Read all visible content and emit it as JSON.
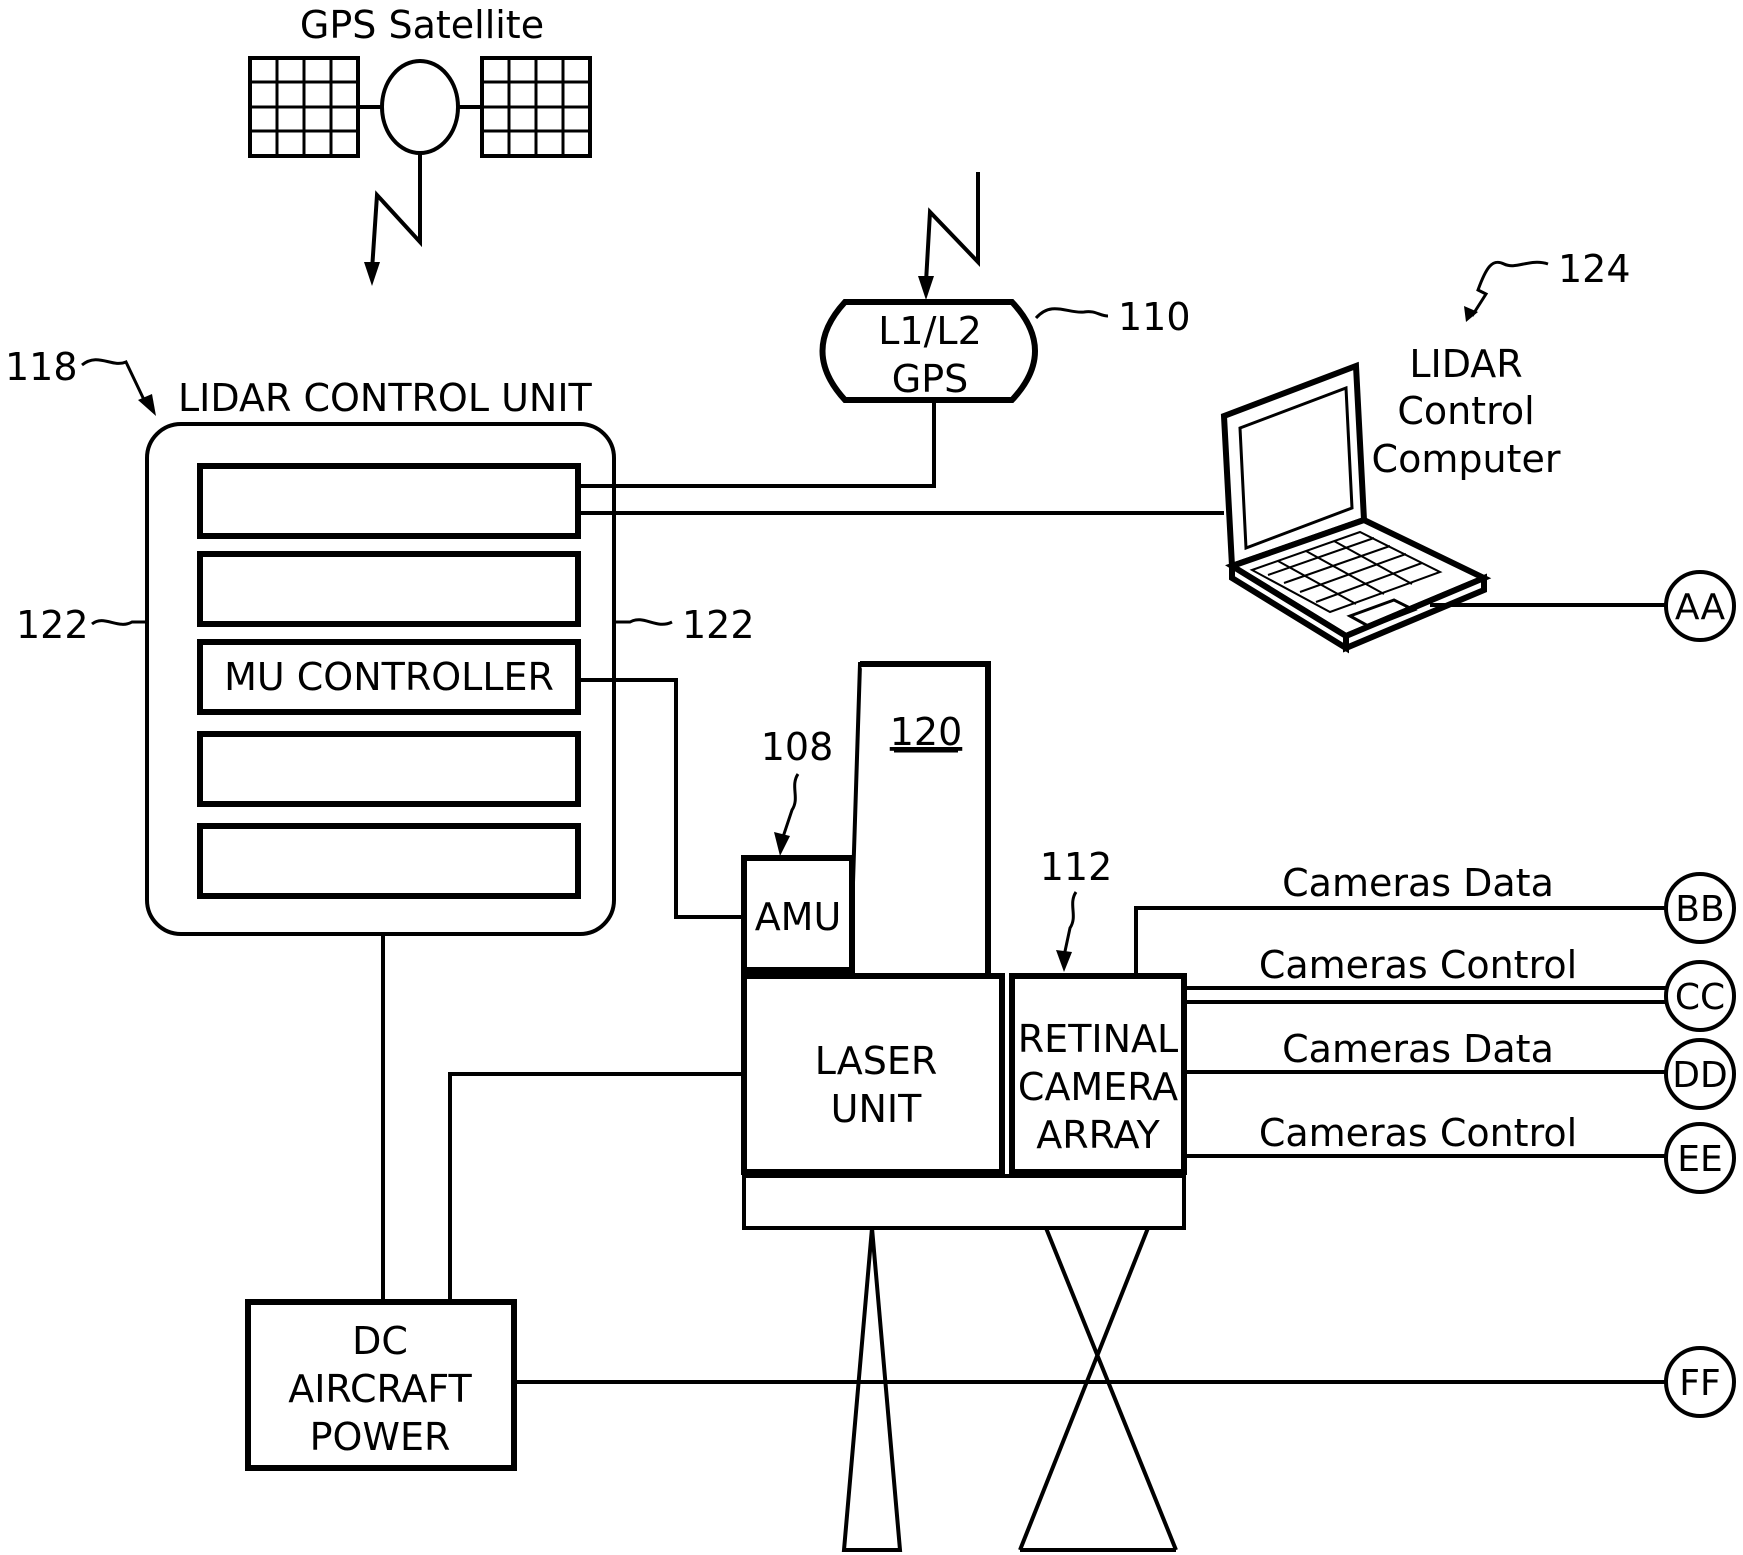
{
  "colors": {
    "stroke": "#000000",
    "background": "#ffffff"
  },
  "gps_satellite": {
    "label": "GPS Satellite"
  },
  "gps_receiver": {
    "label_line1": "L1/L2",
    "label_line2": "GPS",
    "ref": "110"
  },
  "lidar_control_unit": {
    "title": "LIDAR CONTROL UNIT",
    "ref": "118",
    "side_ref_left": "122",
    "side_ref_right": "122",
    "slots": [
      "",
      "",
      "MU CONTROLLER",
      "",
      ""
    ]
  },
  "lidar_control_computer": {
    "label_line1": "LIDAR",
    "label_line2": "Control",
    "label_line3": "Computer",
    "ref": "124"
  },
  "amu": {
    "label": "AMU",
    "ref": "108"
  },
  "tower": {
    "ref": "120"
  },
  "laser_unit": {
    "label_line1": "LASER",
    "label_line2": "UNIT"
  },
  "retinal_camera_array": {
    "label_line1": "RETINAL",
    "label_line2": "CAMERA",
    "label_line3": "ARRAY",
    "ref": "112"
  },
  "dc_power": {
    "label_line1": "DC",
    "label_line2": "AIRCRAFT",
    "label_line3": "POWER"
  },
  "connections": [
    {
      "label": "Cameras Data",
      "terminal": "BB"
    },
    {
      "label": "Cameras Control",
      "terminal": "CC"
    },
    {
      "label": "Cameras Data",
      "terminal": "DD"
    },
    {
      "label": "Cameras Control",
      "terminal": "EE"
    }
  ],
  "terminals": {
    "laptop": "AA",
    "power": "FF"
  }
}
